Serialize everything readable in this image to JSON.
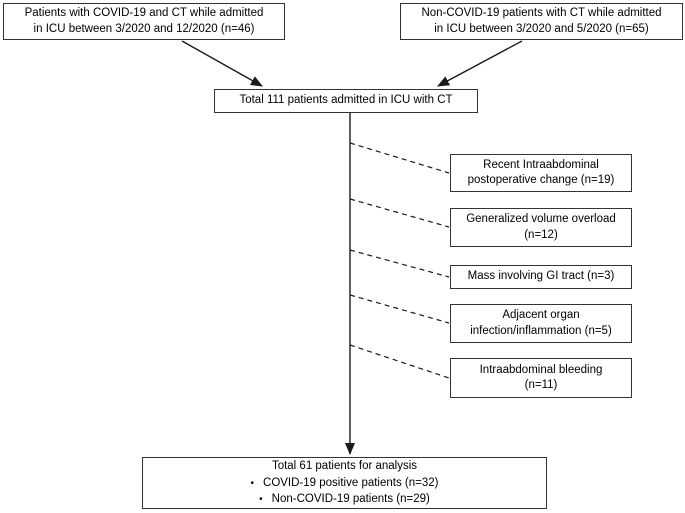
{
  "figure": {
    "background_color": "#ffffff",
    "box_border_color": "#333333",
    "text_color": "#000000",
    "line_color": "#1a1a1a"
  },
  "boxes": {
    "covid_source": {
      "lines": [
        "Patients with COVID-19 and CT while admitted",
        "in ICU between 3/2020 and 12/2020 (n=46)"
      ]
    },
    "noncovid_source": {
      "lines": [
        "Non-COVID-19 patients with CT while admitted",
        "in ICU between 3/2020 and 5/2020 (n=65)"
      ]
    },
    "total": {
      "text": "Total 111 patients admitted in ICU with CT"
    },
    "exclusions": [
      {
        "lines": [
          "Recent Intraabdominal",
          "postoperative change (n=19)"
        ]
      },
      {
        "lines": [
          "Generalized volume overload",
          "(n=12)"
        ]
      },
      {
        "lines": [
          "Mass involving GI tract (n=3)"
        ]
      },
      {
        "lines": [
          "Adjacent organ",
          "infection/inflammation (n=5)"
        ]
      },
      {
        "lines": [
          "Intraabdominal bleeding",
          "(n=11)"
        ]
      }
    ],
    "final": {
      "title": "Total 61 patients for analysis",
      "bullet_char": "•",
      "bullets": [
        "COVID-19 positive patients (n=32)",
        "Non-COVID-19 patients (n=29)"
      ]
    }
  }
}
